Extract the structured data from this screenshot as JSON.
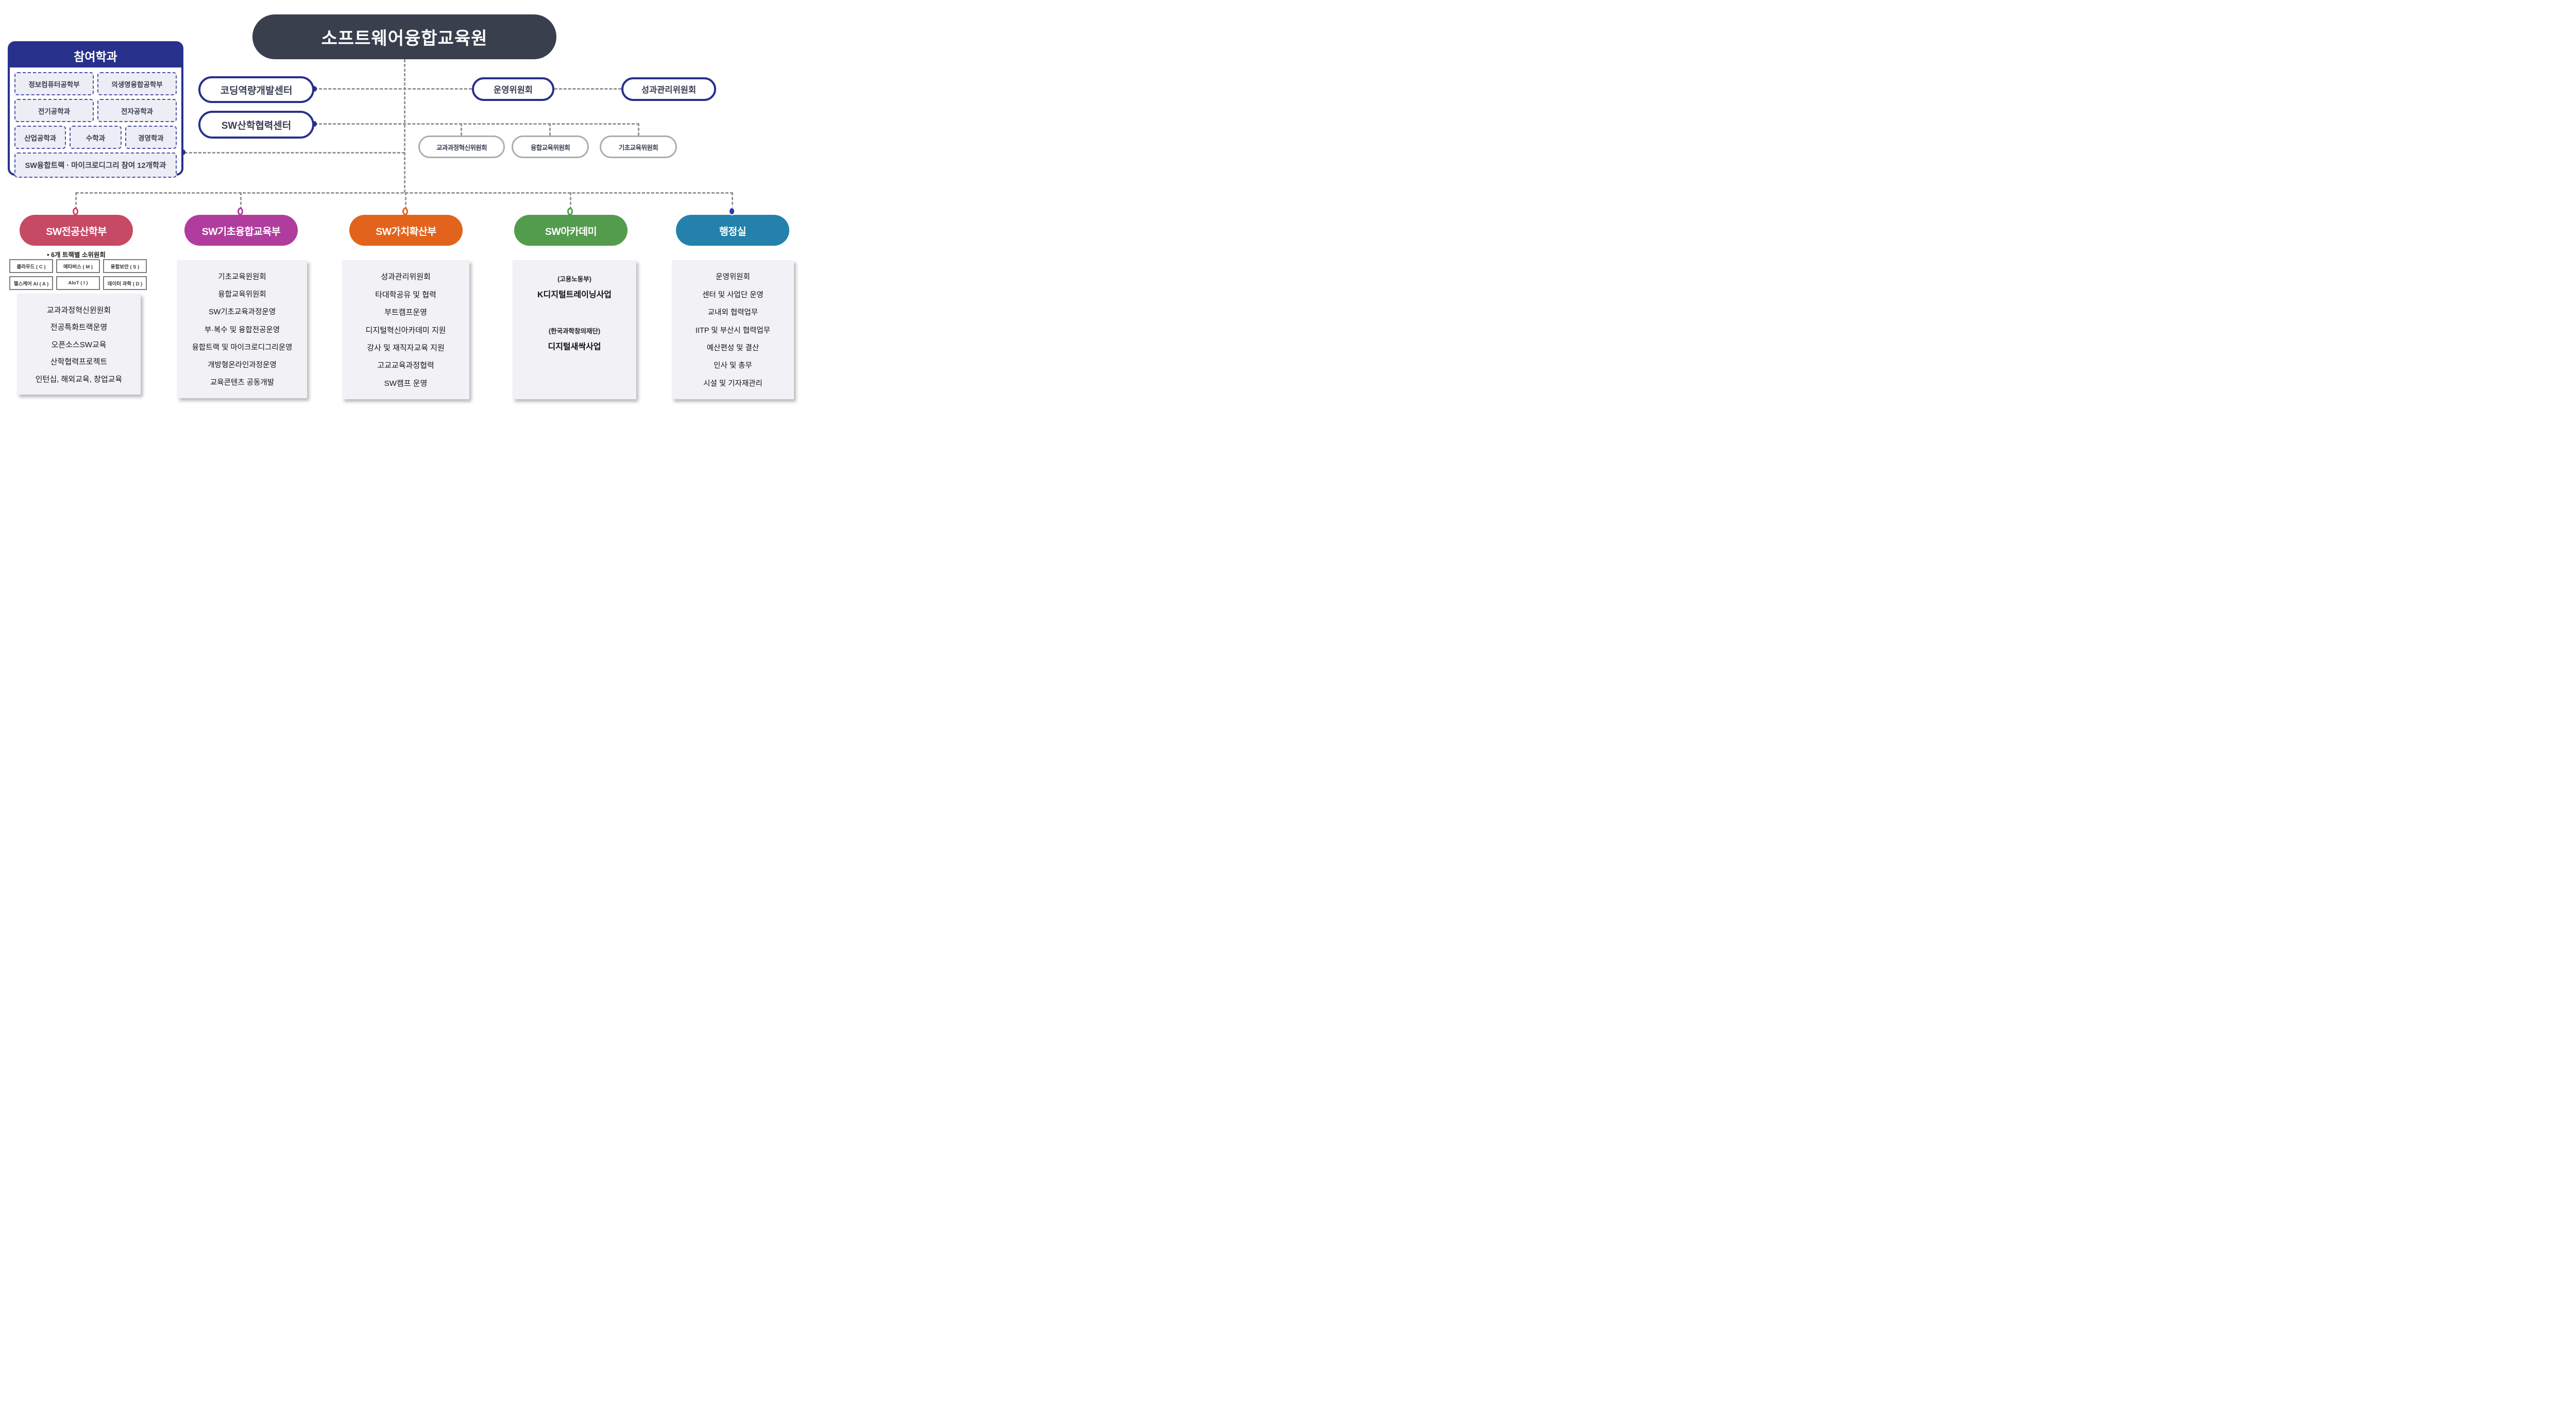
{
  "root": {
    "title": "소프트웨어융합교육원"
  },
  "participating": {
    "header": "참여학과",
    "items": [
      "정보컴퓨터공학부",
      "의생명융합공학부",
      "전기공학과",
      "전자공학과",
      "산업공학과",
      "수학과",
      "경영학과"
    ],
    "wide_item": "SW융합트랙 · 마이크로디그리 참여 12개학과"
  },
  "centers": {
    "coding_label": "코딩역량개발센터",
    "industry_label": "SW산학협력센터"
  },
  "top_committees": {
    "steering": "운영위원회",
    "performance": "성과관리위원회"
  },
  "mid_committees": [
    "교과과정혁신위원회",
    "융합교육위원회",
    "기초교육위원회"
  ],
  "colors": {
    "root_bg": "#3a3f4e",
    "navy": "#27318c",
    "connector_gray": "#939596",
    "list_bg": "#f1f1f6"
  },
  "divisions": [
    {
      "name": "SW전공산학부",
      "color": "#c64a63",
      "note": "•  6개 트랙별 소위원회",
      "tracks": [
        "클라우드 ( C )",
        "메타버스 ( M )",
        "융합보안 ( S )",
        "헬스케어 AI ( A )",
        "AIoT ( I )",
        "데이터 과학 ( D )"
      ],
      "items": [
        "교과과정혁신윈원회",
        "전공특화트랙운영",
        "오픈소스SW교육",
        "산학협력프로젝트",
        "인턴십, 해외교육, 창업교육"
      ]
    },
    {
      "name": "SW기초융합교육부",
      "color": "#b03d9d",
      "items": [
        "기초교육윈원회",
        "융합교육위원회",
        "SW기초교육과정운영",
        "부·복수 및 융합전공운영",
        "융합트랙 및 마이크로디그리운영",
        "개방형온라인과정운영",
        "교육콘텐츠 공동개발"
      ]
    },
    {
      "name": "SW가치확산부",
      "color": "#e2641c",
      "items": [
        "성과관리위원회",
        "타대학공유 및 협력",
        "부트캠프운영",
        "디지털혁신아카데미 지원",
        "강사 및 재직자교육 지원",
        "고교교육과정협력",
        "SW캠프 운영"
      ]
    },
    {
      "name": "SW아카데미",
      "color": "#539c4e",
      "programs": [
        {
          "agency": "(고용노동부)",
          "name": "K디지털트레이닝사업"
        },
        {
          "agency": "(한국과학창의재단)",
          "name": "디지털새싹사업"
        }
      ]
    },
    {
      "name": "행정실",
      "color": "#2381ab",
      "items": [
        "운영위원회",
        "센터 및 사업단 운영",
        "교내외 협력업무",
        "IITP 및 부산시 협력업무",
        "예산편성 및 결산",
        "인사 및 총무",
        "시설 및 기자재관리"
      ]
    }
  ]
}
